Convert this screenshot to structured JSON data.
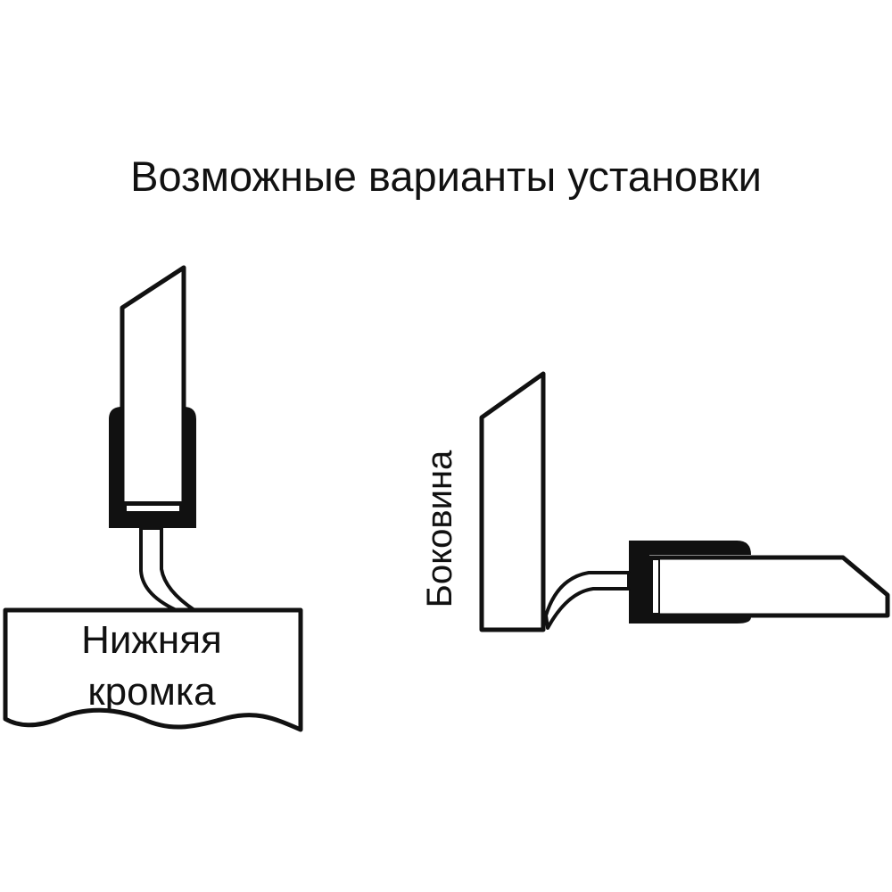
{
  "title": "Возможные варианты установки",
  "variants": [
    {
      "label_line1": "Нижняя",
      "label_line2": "кромка"
    },
    {
      "label": "Боковина"
    }
  ],
  "colors": {
    "ink": "#111111",
    "background": "#ffffff"
  }
}
